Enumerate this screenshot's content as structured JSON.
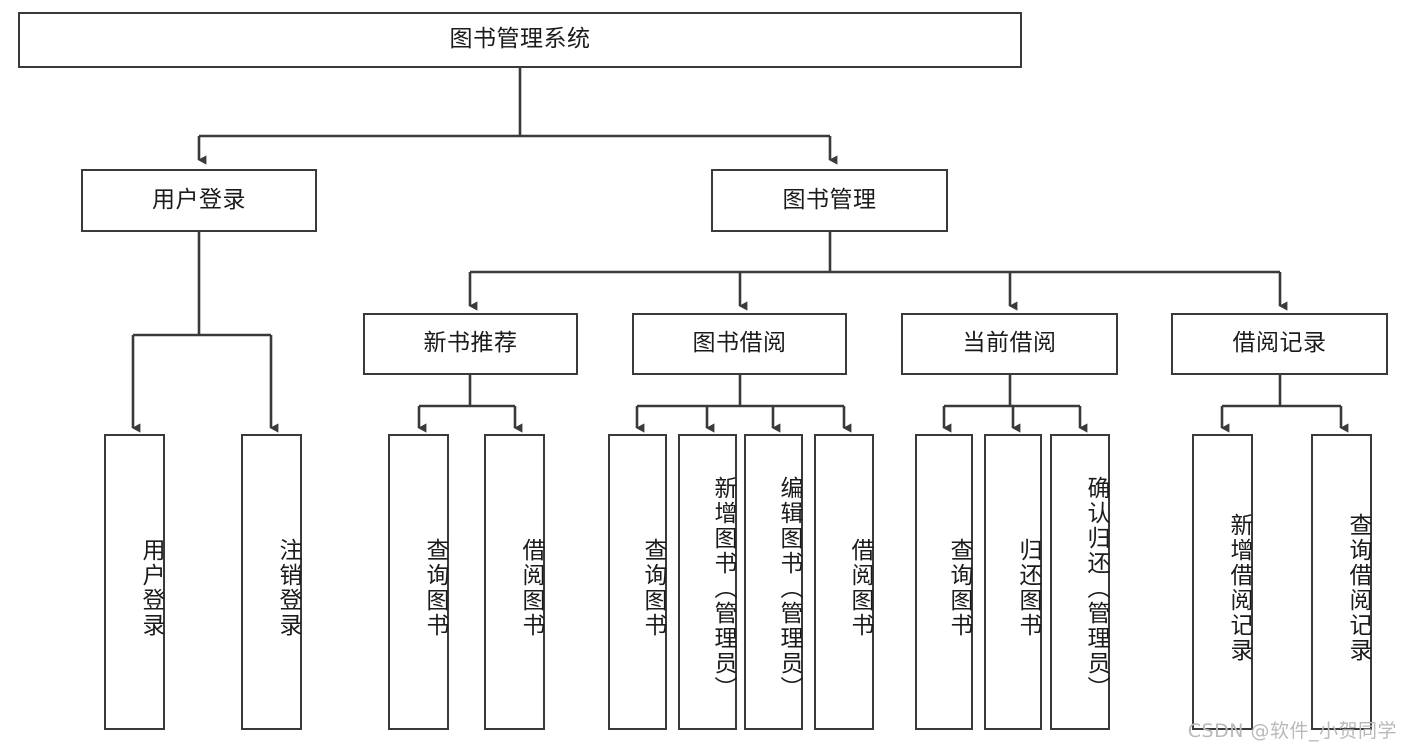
{
  "diagram": {
    "title": "图书管理系统",
    "watermark": "CSDN @软件_小贺同学",
    "line_color": "#3a3a3a",
    "box_fill": "#ffffff",
    "text_color": "#1b1b1b",
    "watermark_color": "#b9b9b9",
    "root": {
      "label": "图书管理系统"
    },
    "level2": [
      {
        "label": "用户登录"
      },
      {
        "label": "图书管理"
      }
    ],
    "level3": [
      {
        "label": "新书推荐"
      },
      {
        "label": "图书借阅"
      },
      {
        "label": "当前借阅"
      },
      {
        "label": "借阅记录"
      }
    ],
    "leaves": {
      "user_login": [
        {
          "label": "用户登录"
        },
        {
          "label": "注销登录"
        }
      ],
      "new_book_recommend": [
        {
          "label": "查询图书"
        },
        {
          "label": "借阅图书"
        }
      ],
      "book_borrow": [
        {
          "label": "查询图书"
        },
        {
          "label": "新增图书（管理员）"
        },
        {
          "label": "编辑图书（管理员）"
        },
        {
          "label": "借阅图书"
        }
      ],
      "current_borrow": [
        {
          "label": "查询图书"
        },
        {
          "label": "归还图书"
        },
        {
          "label": "确认归还（管理员）"
        }
      ],
      "borrow_record": [
        {
          "label": "新增借阅记录"
        },
        {
          "label": "查询借阅记录"
        }
      ]
    }
  }
}
